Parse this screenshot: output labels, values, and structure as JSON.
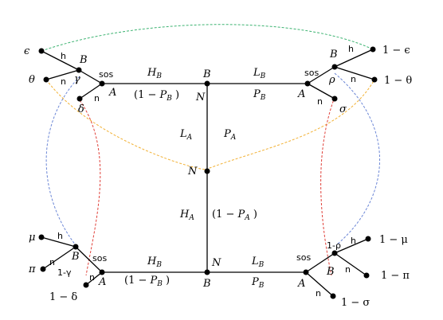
{
  "labels": {
    "eps": "ϵ",
    "one_minus_eps": "1 − ϵ",
    "theta": "θ",
    "one_minus_theta": "1 − θ",
    "gamma": "γ",
    "delta": "δ",
    "rho": "ρ",
    "sigma": "σ",
    "mu": "μ",
    "one_minus_mu": "1 − μ",
    "pi": "π",
    "one_minus_pi": "1 − π",
    "one_minus_gamma": "1-γ",
    "one_minus_delta": "1 − δ",
    "one_minus_rho": "1-ρ",
    "one_minus_sigma": "1 − σ",
    "h": "h",
    "n": "n",
    "sos": "sos",
    "B": "B",
    "A": "A",
    "N": "N",
    "H_B": "H_B",
    "L_B": "L_B",
    "P_B": "P_B",
    "one_minus_P_B": "(1 − P_B )",
    "L_A": "L_A",
    "P_A": "P_A",
    "H_A": "H_A",
    "one_minus_P_A": "(1 − P_A )"
  },
  "colors": {
    "black": "#000000",
    "green": "#3cb371",
    "blue": "#6b86d6",
    "red": "#e0413a",
    "orange": "#f2b134"
  }
}
